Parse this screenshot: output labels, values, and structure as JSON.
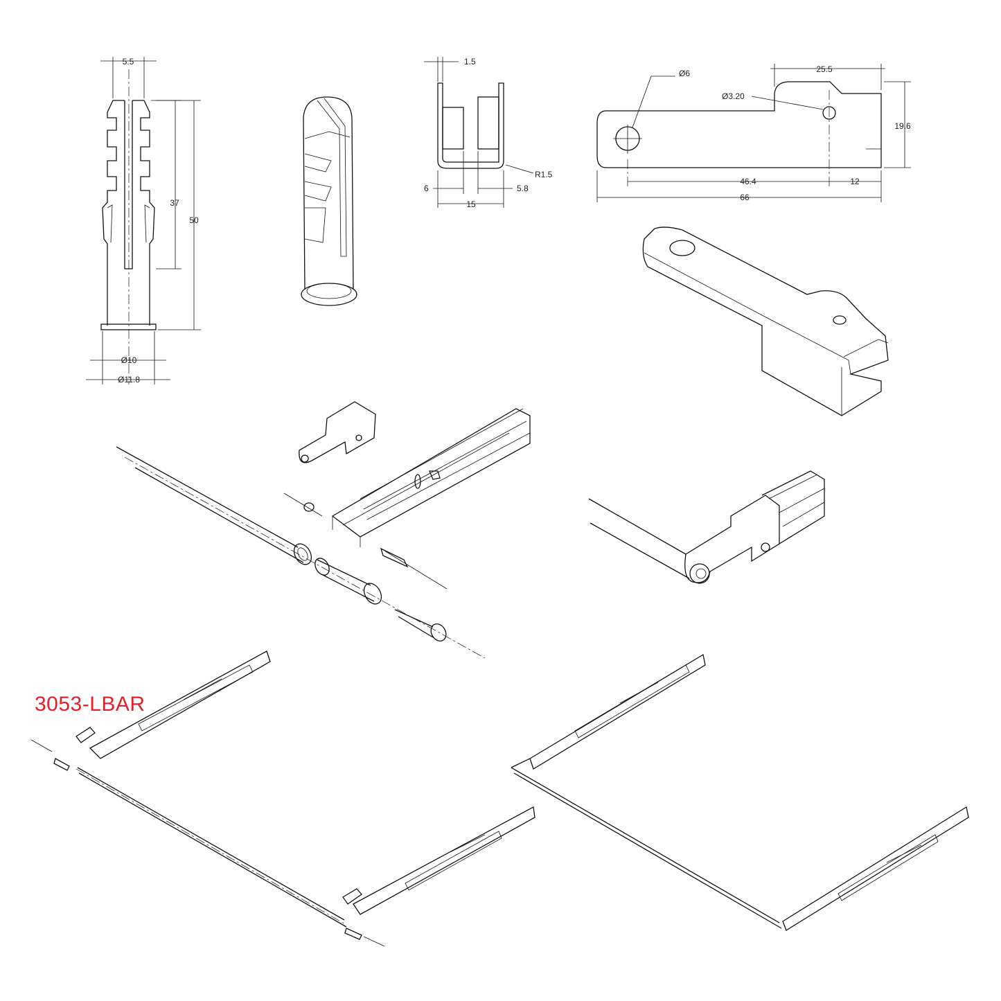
{
  "part_code": "3053-LBAR",
  "part_code_color": "#e4202a",
  "anchor_dims": {
    "width_top": "5.5",
    "slot_length": "37",
    "overall_length": "50",
    "dia_body": "Ø10",
    "dia_flange": "Ø11.8"
  },
  "bracket_side_dims": {
    "thickness": "1.5",
    "radius": "R1.5",
    "left": "6",
    "right": "5.8",
    "width": "15"
  },
  "bracket_top_dims": {
    "hole_dia": "Ø6",
    "small_hole_dia": "Ø3.20",
    "tab_length": "25.5",
    "height": "19.6",
    "hole_spacing": "46.4",
    "end_offset": "12",
    "overall_length": "66"
  }
}
